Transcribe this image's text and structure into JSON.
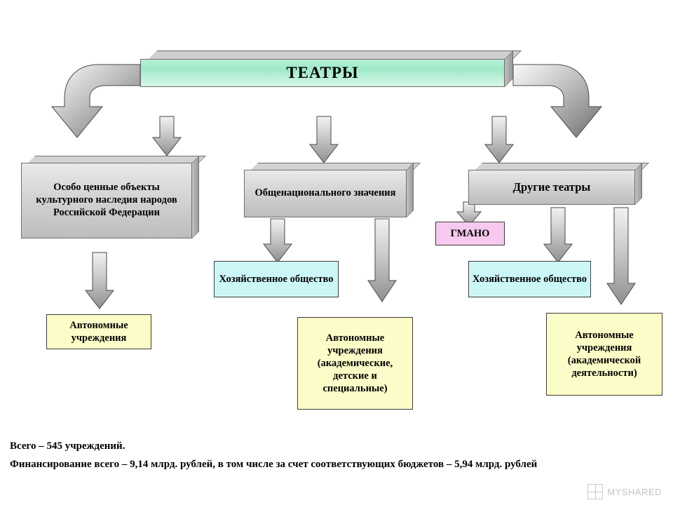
{
  "title": {
    "label": "ТЕАТРЫ"
  },
  "nodes": {
    "valuable_objects": "Особо ценные объекты культурного наследия народов Российской Федерации",
    "national_significance": "Общенационального значения",
    "other_theatres": "Другие театры",
    "gmano": "ГМАНО",
    "economic_society_mid": "Хозяйственное общество",
    "economic_society_right": "Хозяйственное общество",
    "autonomous_left": "Автономные учреждения",
    "autonomous_mid": "Автономные учреждения (академические, детские и специальные)",
    "autonomous_right": "Автономные учреждения (академической деятельности)"
  },
  "footer": {
    "line1": "Всего – 545 учреждений.",
    "line2": "Финансирование всего – 9,14 млрд. рублей,  в том числе за счет соответствующих бюджетов – 5,94 млрд. рублей"
  },
  "watermark": {
    "text": "MYSHARED"
  },
  "colors": {
    "title_fill": "#9fe9c8",
    "yellow_fill": "#fcfcc8",
    "cyan_fill": "#ccf7f7",
    "pink_fill": "#f7c9ee",
    "box_grey": "#d6d6d6",
    "arrow_grey": "#bfbfbf"
  }
}
